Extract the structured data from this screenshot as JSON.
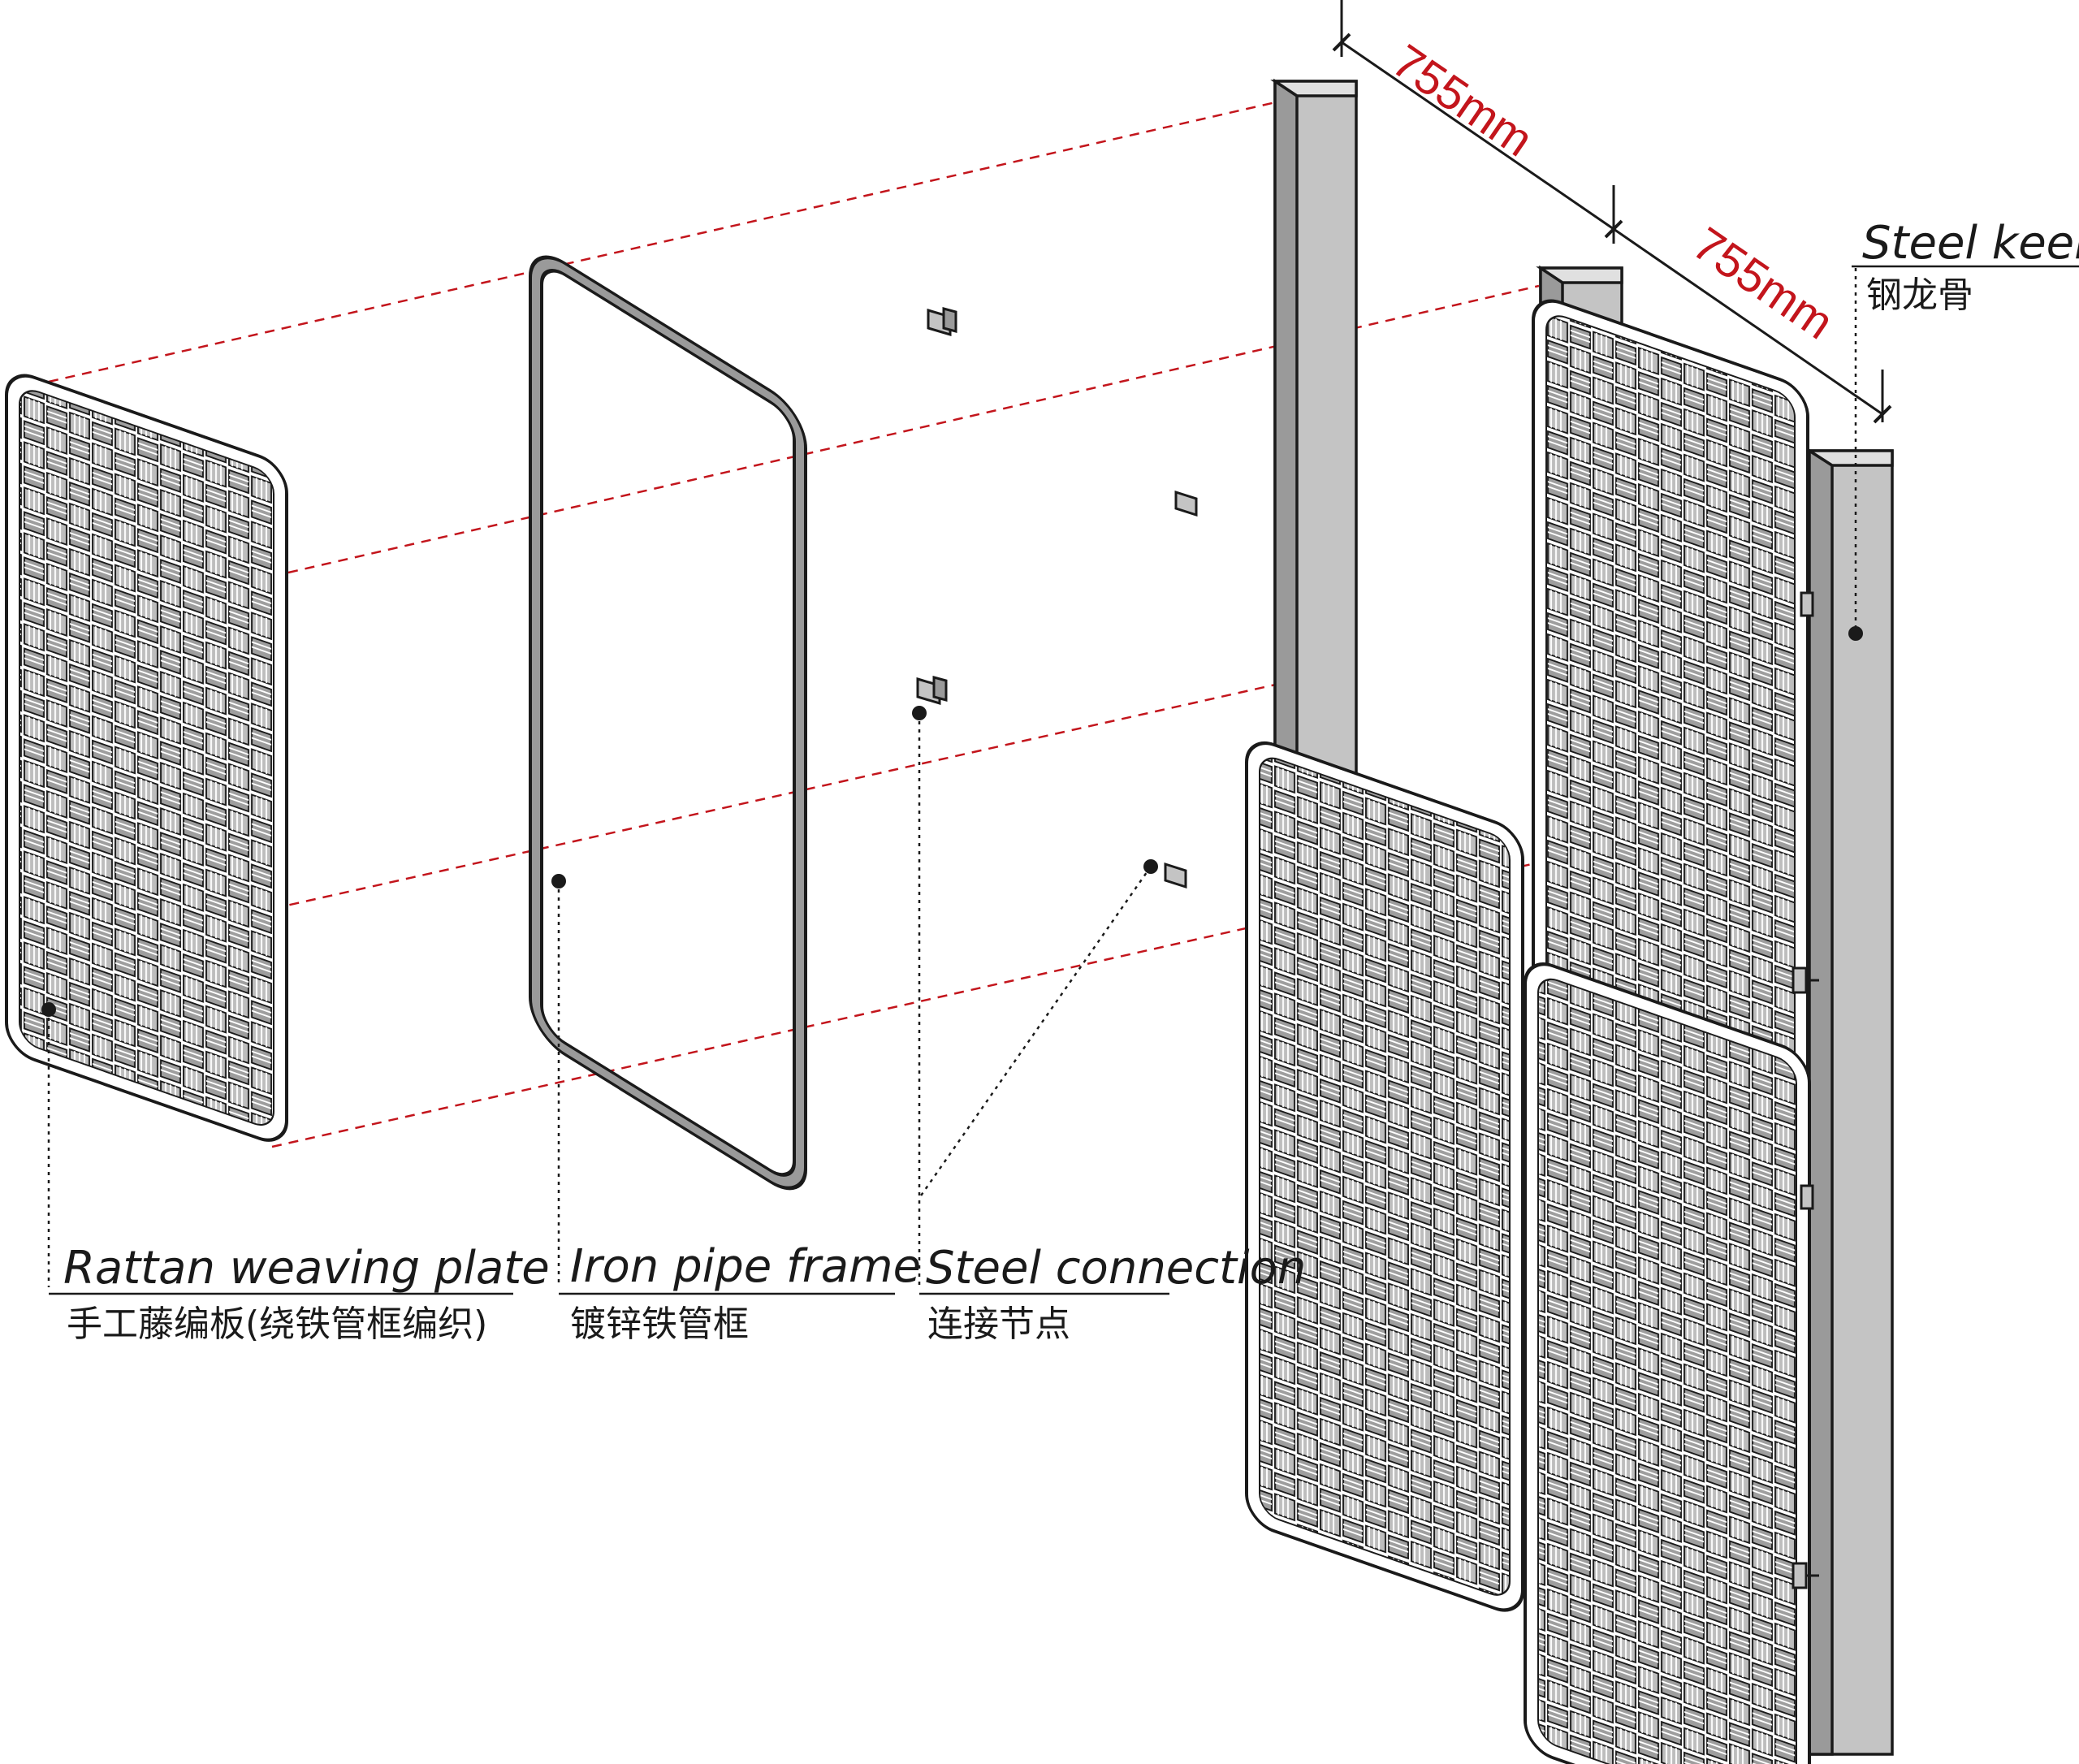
{
  "labels": {
    "rattan": {
      "en": "Rattan weaving plate",
      "cn": "手工藤编板(绕铁管框编织)"
    },
    "frame": {
      "en": "Iron pipe frame",
      "cn": "镀锌铁管框"
    },
    "connection": {
      "en": "Steel connection",
      "cn": "连接节点"
    },
    "keels": {
      "en": "Steel keels",
      "cn": "钢龙骨"
    }
  },
  "dimensions": {
    "span_1": "755mm",
    "span_2": "755mm"
  },
  "colors": {
    "projection_line": "#c3151c",
    "dimension_text": "#c3151c",
    "steel": "#c4c4c4",
    "steel_dark": "#9a9a9a",
    "outline": "#1a1a1a"
  }
}
